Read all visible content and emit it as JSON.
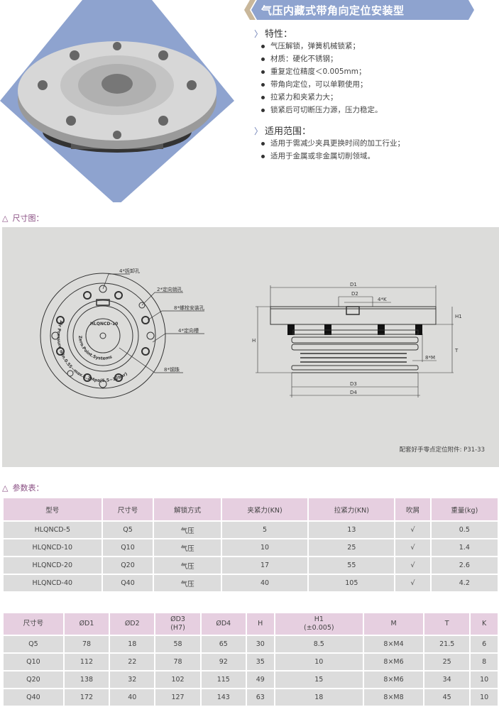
{
  "title": "气压内藏式带角向定位安装型",
  "features": {
    "heading": "特性：",
    "items": [
      "气压解锁，弹簧机械锁紧；",
      "材质：硬化不锈钢；",
      "重复定位精度＜0.005mm；",
      "带角向定位，可以单颗使用；",
      "拉紧力和夹紧力大；",
      "锁紧后可切断压力源，压力稳定。"
    ]
  },
  "scope": {
    "heading": "适用范围：",
    "items": [
      "适用于需减少夹具更换时间的加工行业；",
      "适用于金属或非金属切削领域。"
    ]
  },
  "dimension_section": {
    "heading": "尺寸图：",
    "labels": {
      "disassembly_holes": "4*拆卸孔",
      "pin_holes": "2*定向销孔",
      "bolt_holes": "8*螺栓安装孔",
      "slots": "4*定向槽",
      "balls": "8*钢珠",
      "d1": "D1",
      "d2": "D2",
      "k": "4*K",
      "h": "H",
      "h1": "H1",
      "t": "T",
      "m": "8*M",
      "d3": "D3",
      "d4": "D4",
      "face_model": "HLQNCD-10",
      "face_brand": "Zero.Point.Systems",
      "face_pressure": "Air Pressure min.0.55~max.1.2Mpa(5.5~12bar)"
    },
    "note": "配套好手零点定位附件: P31-33"
  },
  "param_section": {
    "heading": "参数表："
  },
  "table1": {
    "headers": [
      "型号",
      "尺寸号",
      "解锁方式",
      "夹紧力(KN)",
      "拉紧力(KN)",
      "吹屑",
      "重量(kg)"
    ],
    "rows": [
      [
        "HLQNCD-5",
        "Q5",
        "气压",
        "5",
        "13",
        "√",
        "0.5"
      ],
      [
        "HLQNCD-10",
        "Q10",
        "气压",
        "10",
        "25",
        "√",
        "1.4"
      ],
      [
        "HLQNCD-20",
        "Q20",
        "气压",
        "17",
        "55",
        "√",
        "2.6"
      ],
      [
        "HLQNCD-40",
        "Q40",
        "气压",
        "40",
        "105",
        "√",
        "4.2"
      ]
    ]
  },
  "table2": {
    "headers": [
      "尺寸号",
      "ØD1",
      "ØD2",
      "ØD3\n(H7)",
      "ØD4",
      "H",
      "H1\n(±0.005)",
      "M",
      "T",
      "K"
    ],
    "rows": [
      [
        "Q5",
        "78",
        "18",
        "58",
        "65",
        "30",
        "8.5",
        "8×M4",
        "21.5",
        "6"
      ],
      [
        "Q10",
        "112",
        "22",
        "78",
        "92",
        "35",
        "10",
        "8×M6",
        "25",
        "8"
      ],
      [
        "Q20",
        "138",
        "32",
        "102",
        "115",
        "49",
        "15",
        "8×M6",
        "34",
        "10"
      ],
      [
        "Q40",
        "172",
        "40",
        "127",
        "143",
        "63",
        "18",
        "8×M8",
        "45",
        "10"
      ]
    ]
  },
  "colors": {
    "banner": "#8ea3cf",
    "header": "#e6cfe0",
    "row": "#dcdcdc",
    "accent": "#8a4f83"
  }
}
